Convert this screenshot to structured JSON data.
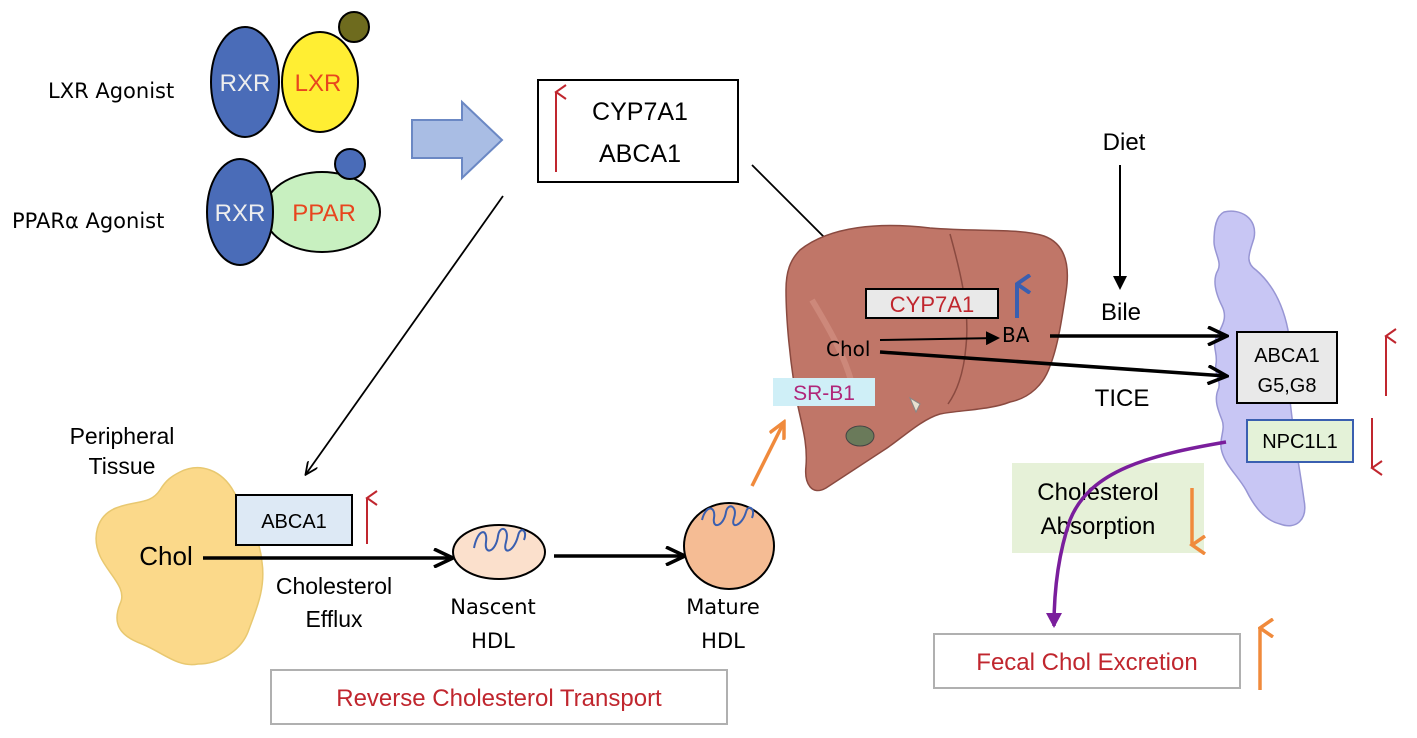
{
  "colors": {
    "rxr": "#4a6cb8",
    "lxr": "#ffee33",
    "ppar": "#c8f0c0",
    "ligand_lxr": "#6e6b1e",
    "ligand_ppar": "#4a6cb8",
    "red_text": "#c0262e",
    "magenta_text": "#b0267a",
    "orange": "#f08a3c",
    "purple": "#7a1e9c",
    "gut": "#c8c6f4",
    "tissue": "#fbd98a",
    "liver": "#c07668"
  },
  "agonists": {
    "lxr_label": "LXR Agonist",
    "ppar_label": "PPARα Agonist",
    "rxr_top": "RXR",
    "lxr": "LXR",
    "rxr_bottom": "RXR",
    "ppar": "PPAR"
  },
  "target_genes": {
    "line1": "CYP7A1",
    "line2": "ABCA1"
  },
  "peripheral": {
    "title_line1": "Peripheral",
    "title_line2": "Tissue",
    "chol": "Chol",
    "abca1": "ABCA1",
    "efflux_line1": "Cholesterol",
    "efflux_line2": "Efflux"
  },
  "hdl": {
    "nascent_line1": "Nascent",
    "nascent_line2": "HDL",
    "mature_line1": "Mature",
    "mature_line2": "HDL"
  },
  "rct_label": "Reverse Cholesterol Transport",
  "liver": {
    "srb1": "SR-B1",
    "cyp7a1": "CYP7A1",
    "chol": "Chol",
    "ba": "BA"
  },
  "intestine": {
    "diet": "Diet",
    "bile": "Bile",
    "tice": "TICE",
    "abca1_line1": "ABCA1",
    "abca1_line2": "G5,G8",
    "npc1l1": "NPC1L1",
    "absorption_line1": "Cholesterol",
    "absorption_line2": "Absorption",
    "fecal": "Fecal Chol Excretion"
  }
}
